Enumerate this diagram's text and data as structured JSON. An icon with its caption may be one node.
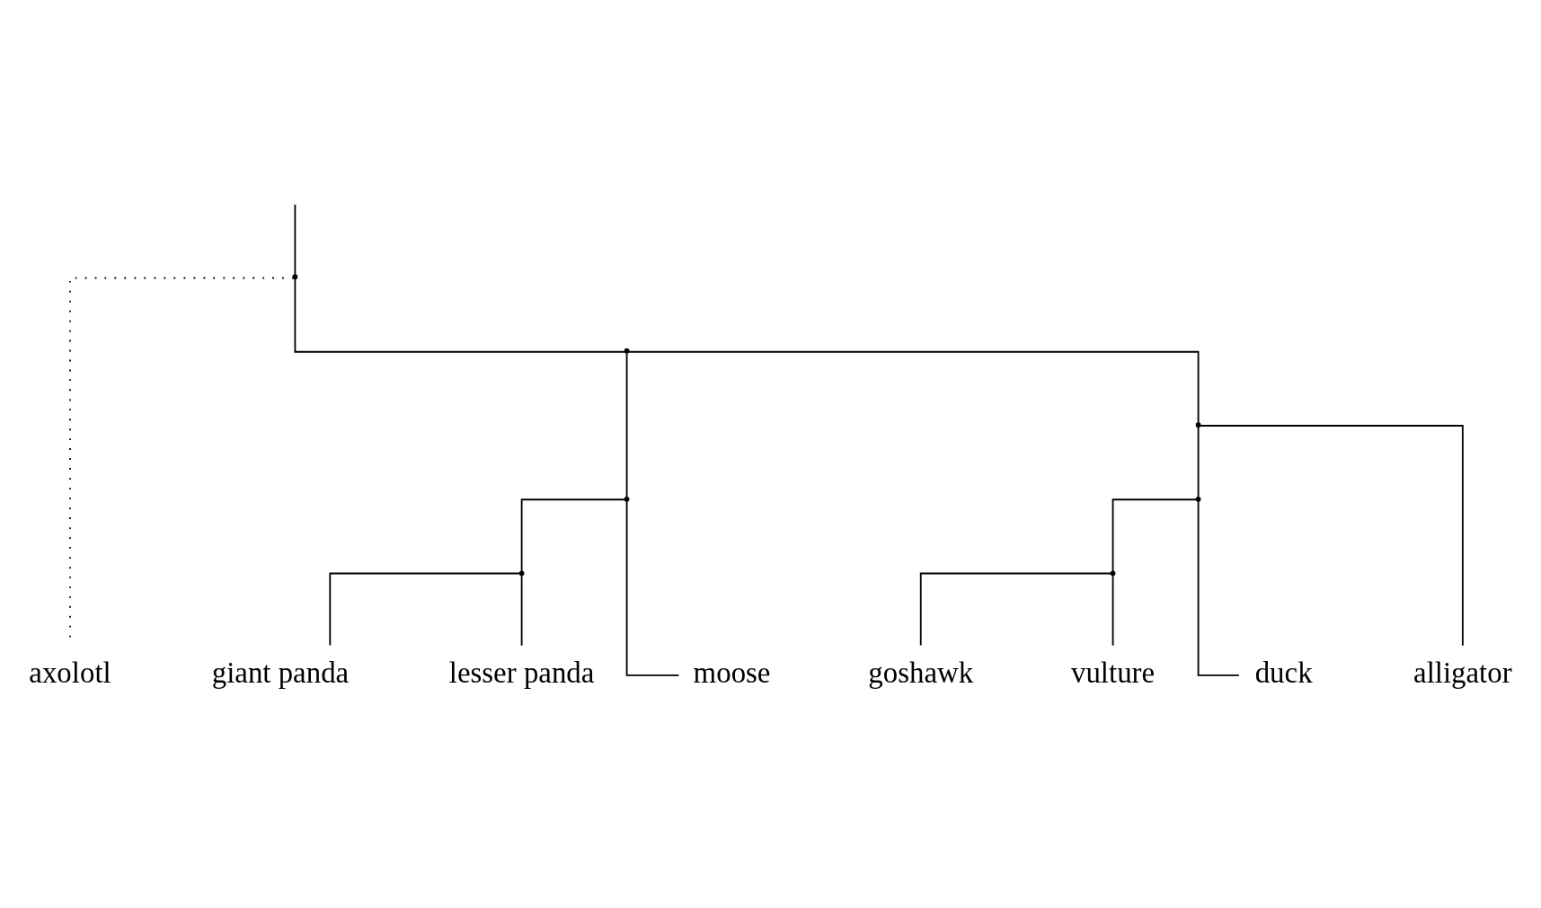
{
  "diagram": {
    "nodes": [
      {
        "text": [],
        "shape": "point"
      },
      {
        "text": [
          "axolotl"
        ]
      },
      {
        "text": [],
        "shape": "point"
      },
      {
        "text": [],
        "shape": "point"
      },
      {
        "text": [],
        "shape": "point"
      },
      {
        "text": [
          "giant panda"
        ]
      },
      {
        "text": [
          "lesser panda"
        ]
      },
      {
        "text": [
          "moose"
        ]
      },
      {
        "text": [],
        "shape": "point"
      },
      {
        "text": [],
        "shape": "point"
      },
      {
        "text": [],
        "shape": "point"
      },
      {
        "text": [
          "goshawk"
        ]
      },
      {
        "text": [
          "vulture"
        ]
      },
      {
        "text": [
          "duck"
        ]
      },
      {
        "text": [
          "alligator"
        ]
      }
    ],
    "edges": [
      {
        "from": null,
        "to": 0,
        "arrow": "none"
      },
      {
        "from": 0,
        "to": 1,
        "arrow": "none",
        "style": "dashed"
      },
      {
        "from": 0,
        "to": 2,
        "arrow": "none"
      },
      {
        "from": 2,
        "to": 3,
        "arrow": "none"
      },
      {
        "from": 3,
        "to": 4,
        "arrow": "none"
      },
      {
        "from": 4,
        "to": 5,
        "arrow": "none"
      },
      {
        "from": 4,
        "to": 6,
        "arrow": "none"
      },
      {
        "from": 3,
        "to": 7,
        "arrow": "none"
      },
      {
        "from": 2,
        "to": 8,
        "arrow": "none"
      },
      {
        "from": 8,
        "to": 9,
        "arrow": "none"
      },
      {
        "from": 9,
        "to": 10,
        "arrow": "none"
      },
      {
        "from": 10,
        "to": 11,
        "arrow": "none"
      },
      {
        "from": 10,
        "to": 12,
        "arrow": "none"
      },
      {
        "from": 9,
        "to": 13,
        "arrow": "none"
      },
      {
        "from": 8,
        "to": 14,
        "arrow": "none"
      }
    ]
  }
}
